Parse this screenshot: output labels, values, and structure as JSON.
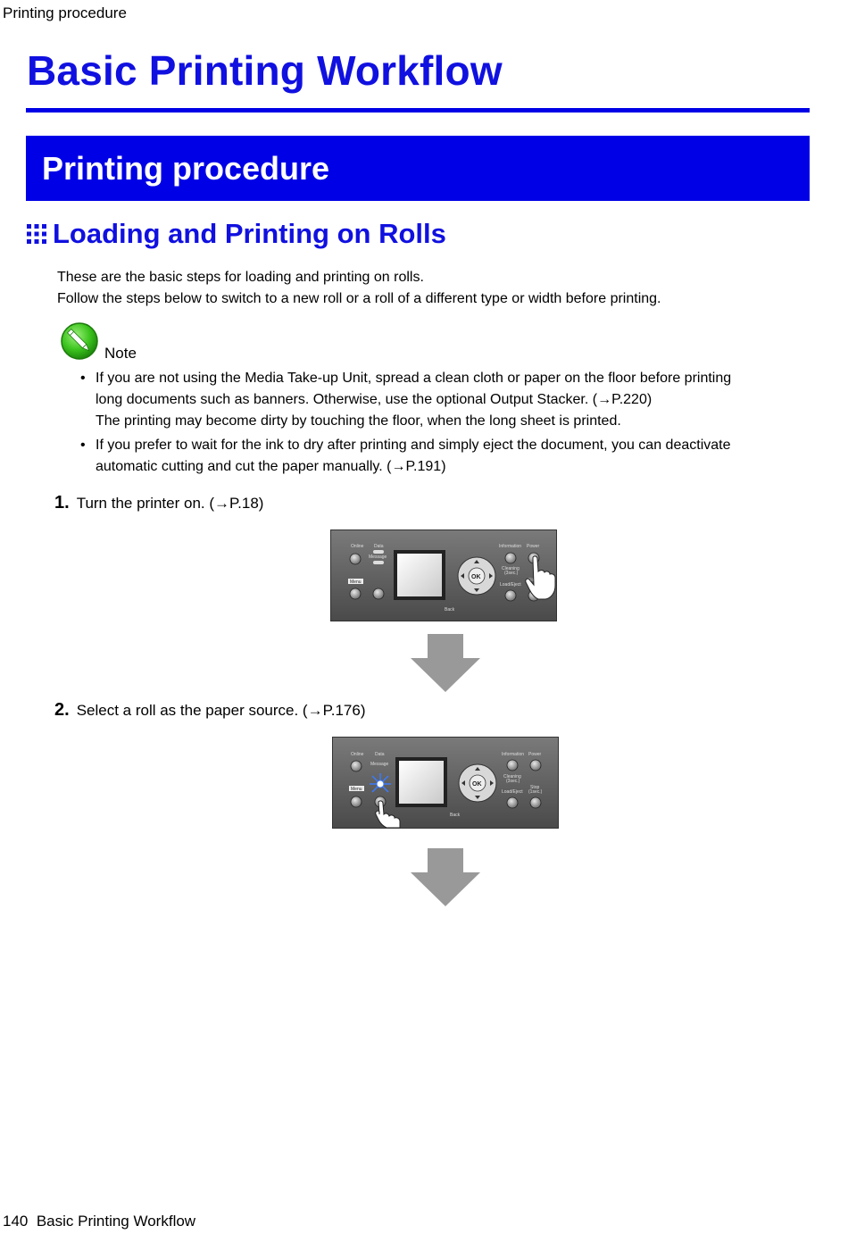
{
  "header": {
    "running_title": "Printing procedure"
  },
  "page": {
    "title": "Basic Printing Workflow",
    "section_title": "Printing procedure",
    "subsection_title": "Loading and Printing on Rolls"
  },
  "intro": {
    "line1": "These are the basic steps for loading and printing on rolls.",
    "line2": "Follow the steps below to switch to a new roll or a roll of a different type or width before printing."
  },
  "note": {
    "label": "Note",
    "items": [
      {
        "line1": "If you are not using the Media Take-up Unit, spread a clean cloth or paper on the floor before printing",
        "line2": "long documents such as banners. Otherwise, use the optional Output Stacker.  (→P.220)",
        "line3": "The printing may become dirty by touching the floor, when the long sheet is printed."
      },
      {
        "line1": "If you prefer to wait for the ink to dry after printing and simply eject the document, you can deactivate",
        "line2": "automatic cutting and cut the paper manually.  (→P.191)"
      }
    ]
  },
  "steps": [
    {
      "number": "1.",
      "text": "Turn the printer on.  (→P.18)"
    },
    {
      "number": "2.",
      "text": "Select a roll as the paper source.  (→P.176)"
    }
  ],
  "panel_labels": {
    "online": "Online",
    "data": "Data",
    "message": "Message",
    "menu": "Menu",
    "information": "Information",
    "power": "Power",
    "cleaning": "Cleaning",
    "cleaning_sub": "(3sec.)",
    "load_eject": "Load/Eject",
    "stop": "Stop",
    "stop_sub": "(1sec.)",
    "back": "Back",
    "ok": "OK"
  },
  "colors": {
    "accent": "#0000e6",
    "title_text": "#1010e0",
    "arrow": "#999999",
    "panel_bg": "#5e5e5e"
  },
  "footer": {
    "page_number": "140",
    "chapter": "Basic Printing Workflow"
  }
}
